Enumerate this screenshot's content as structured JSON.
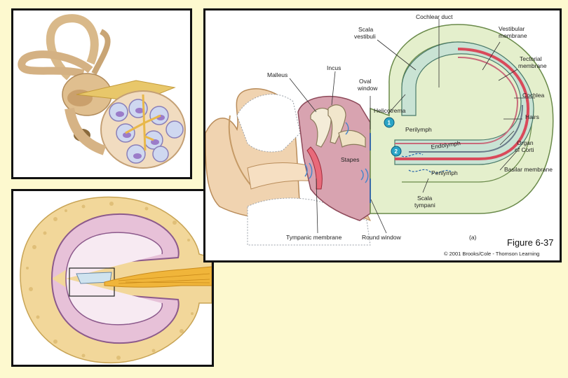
{
  "figure": {
    "panel_label": "(a)",
    "number": "Figure 6-37",
    "copyright": "© 2001 Brooks/Cole - Thomson Learning"
  },
  "labels": {
    "cochlear_duct": "Cochlear duct",
    "scala_vestibuli": [
      "Scala",
      "vestibuli"
    ],
    "vestibular_membrane": [
      "Vestibular",
      "membrane"
    ],
    "tectorial_membrane": [
      "Tectorial",
      "membrane"
    ],
    "malleus": "Malleus",
    "incus": "Incus",
    "oval_window": [
      "Oval",
      "window"
    ],
    "cochlea": "Cochlea",
    "helicotrema": "Helicotrema",
    "hairs": "Hairs",
    "perilymph_upper": "Perilymph",
    "endolymph": "Endolymph",
    "organ_of_corti": [
      "Organ",
      "of Corti"
    ],
    "stapes": "Stapes",
    "basilar_membrane": "Basilar membrane",
    "perilymph_lower": "Perilymph",
    "scala_tympani": [
      "Scala",
      "tympani"
    ],
    "tympanic_membrane": "Tympanic membrane",
    "round_window": "Round window"
  },
  "markers": [
    "1",
    "2"
  ],
  "colors": {
    "page_bg": "#fdf9cf",
    "bone": "#e8c98a",
    "flesh": "#f0d3b0",
    "pink": "#e9a7b9",
    "perilymph": "#e4efcc",
    "duct": "#c9e3d4",
    "membrane_red": "#d94a5a",
    "marker": "#2aa4c6",
    "nerve": "#e8a93a",
    "lavender": "#c7b6e0"
  }
}
